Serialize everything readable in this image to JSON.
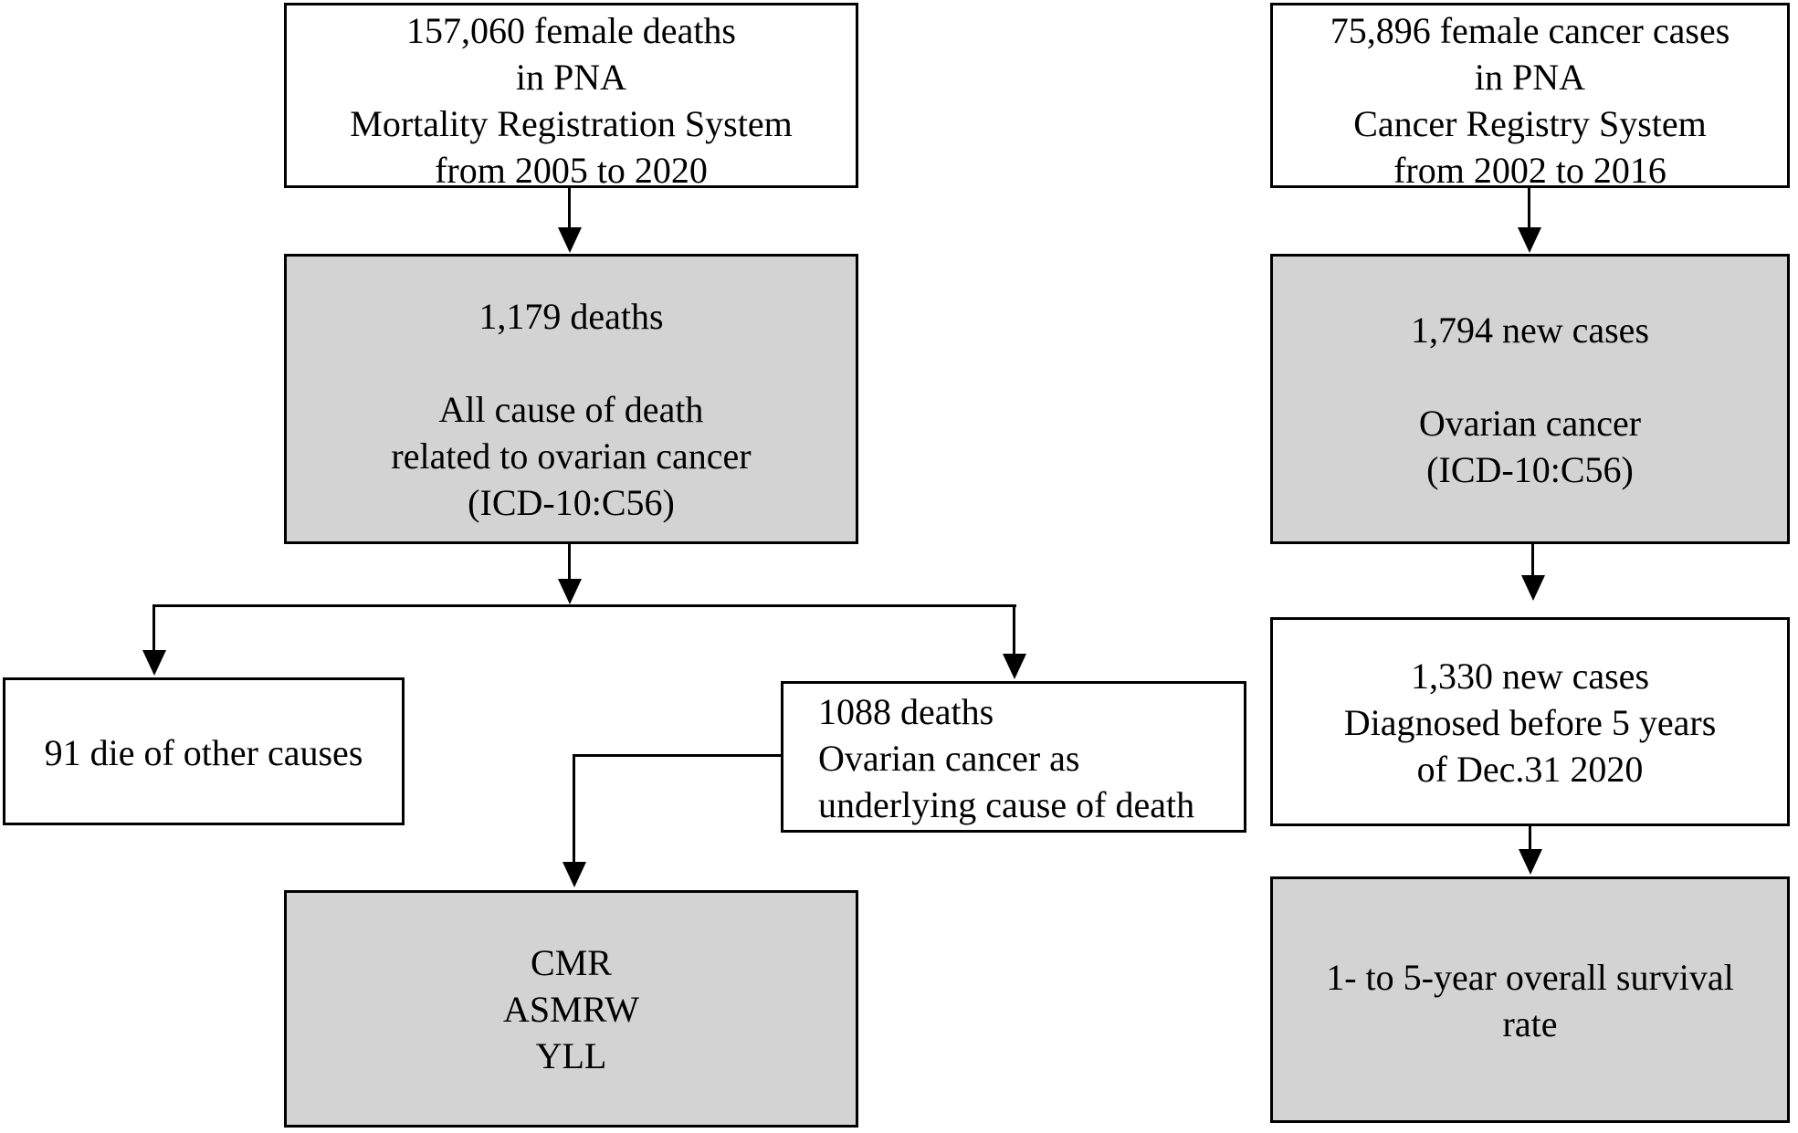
{
  "diagram": {
    "title": "Study flow diagram: ovarian cancer mortality and registry data",
    "colors": {
      "box_fill_gray": "#d3d3d3",
      "box_fill_white": "#ffffff",
      "line_color": "#000000",
      "text_color": "#000000",
      "page_bg": "#ffffff"
    },
    "left_column": {
      "source_box": {
        "lines": [
          "157,060 female deaths",
          "in PNA",
          "Mortality Registration System",
          "from 2005 to 2020"
        ]
      },
      "ovarian_deaths_box": {
        "lines": [
          "1,179 deaths",
          "",
          "All cause of death",
          "related to ovarian cancer",
          "(ICD-10:C56)"
        ]
      },
      "other_causes_box": {
        "lines": [
          "91 die of other causes"
        ]
      },
      "underlying_cause_box": {
        "lines": [
          "1088 deaths",
          "Ovarian cancer as",
          "underlying cause of death"
        ]
      },
      "metrics_box": {
        "lines": [
          "CMR",
          "ASMRW",
          "YLL"
        ]
      }
    },
    "right_column": {
      "source_box": {
        "lines": [
          "75,896 female cancer cases",
          "in PNA",
          "Cancer Registry System",
          "from 2002 to 2016"
        ]
      },
      "ovarian_cases_box": {
        "lines": [
          "1,794 new cases",
          "",
          "Ovarian cancer",
          "(ICD-10:C56)"
        ]
      },
      "diagnosed_box": {
        "lines": [
          "1,330 new cases",
          "Diagnosed before 5 years",
          "of Dec.31 2020"
        ]
      },
      "survival_box": {
        "lines": [
          "1- to 5-year overall survival",
          "rate"
        ]
      }
    }
  }
}
